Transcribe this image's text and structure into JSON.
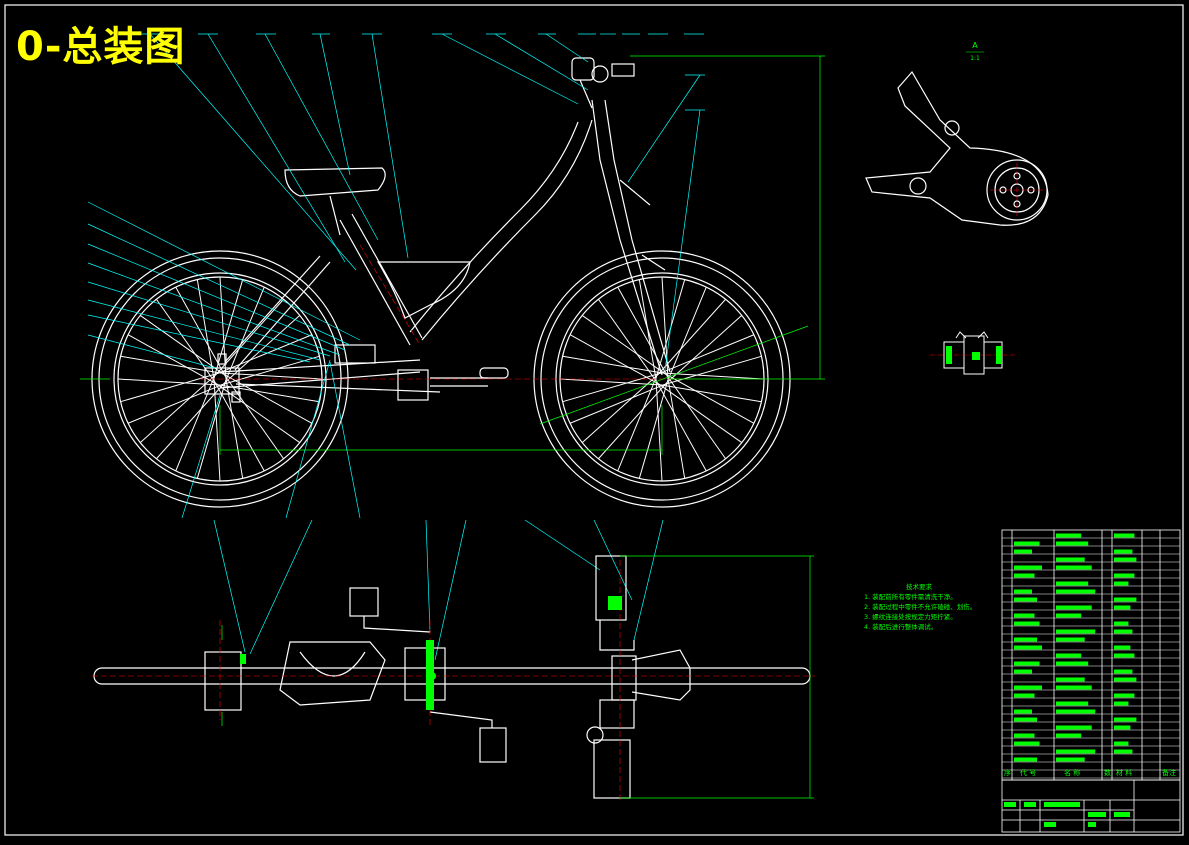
{
  "title": "0-总装图",
  "section_label": "A",
  "section_scale": "1:1",
  "notes": {
    "heading": "技术要求",
    "lines": [
      "1. 装配前所有零件需清洗干净。",
      "2. 装配过程中零件不允许磕碰、划伤。",
      "3. 螺纹连接处按规定力矩拧紧。",
      "4. 装配后进行整体调试。"
    ]
  },
  "bom_footer": [
    "序",
    "代 号",
    "名 称",
    "数",
    "材 料",
    "备注"
  ],
  "colors": {
    "background": "#000000",
    "outline": "#ffffff",
    "leader": "#00ffff",
    "dimension": "#00ff00",
    "centerline": "#ff0000",
    "title": "#ffff00"
  }
}
